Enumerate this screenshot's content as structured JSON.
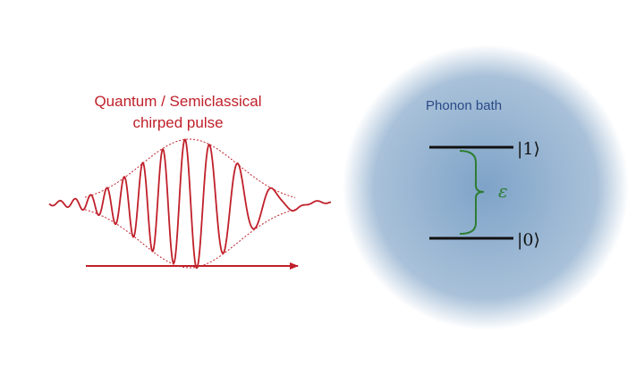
{
  "colors": {
    "pulse": "#c0202a",
    "bath_center": "#7ea3c8",
    "bath_edge": "#a9c1d9",
    "bath_title": "#2a4a86",
    "levels": "#111111",
    "gap_bracket": "#2e7d32",
    "background": "#ffffff"
  },
  "pulse": {
    "title_line1": "Quantum / Semiclassical",
    "title_line2": "chirped pulse"
  },
  "bath": {
    "title": "Phonon bath",
    "upper_level": "|1⟩",
    "lower_level": "|0⟩",
    "gap_label": "ε"
  }
}
